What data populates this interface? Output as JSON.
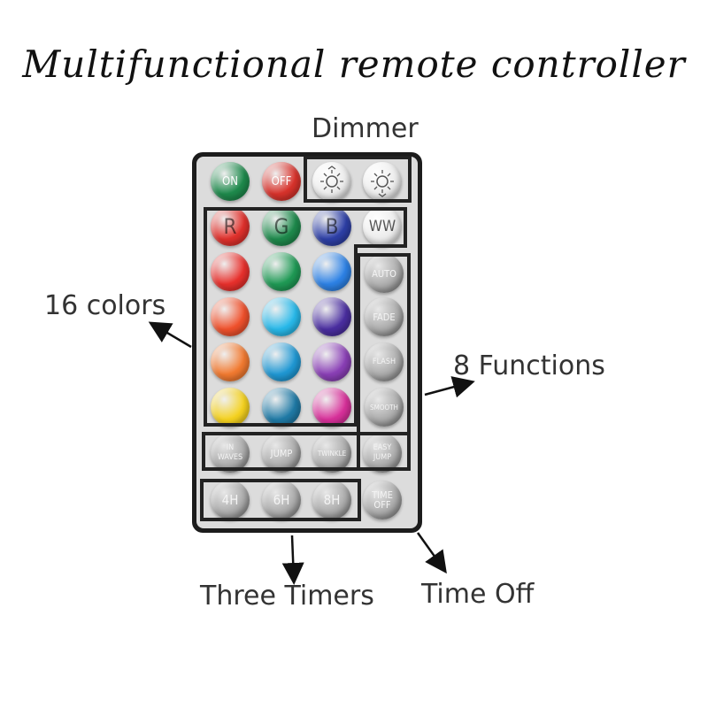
{
  "title": "Multifunctional remote controller",
  "labels": {
    "dimmer": "Dimmer",
    "colors": "16 colors",
    "functions": "8 Functions",
    "timers": "Three Timers",
    "time_off": "Time Off"
  },
  "buttons": {
    "on": "ON",
    "off": "OFF",
    "r": "R",
    "g": "G",
    "b": "B",
    "ww": "WW",
    "auto": "AUTO",
    "fade": "FADE",
    "flash": "FLASH",
    "smooth": "SMOOTH",
    "in_waves": "IN WAVES",
    "jump": "JUMP",
    "twinkle": "TWINKLE",
    "easy_jump": "EASY JUMP",
    "h4": "4H",
    "h6": "6H",
    "h8": "8H",
    "time_off": "TIME OFF"
  },
  "colors": {
    "on": "#1e8a4c",
    "off": "#d8322b",
    "r": "#e0312c",
    "g": "#1e8a4c",
    "b": "#2d3fa6",
    "row1": [
      "#e8302c",
      "#1f9a55",
      "#2d82e6"
    ],
    "row2": [
      "#f0512c",
      "#28b9ea",
      "#4a2ea0"
    ],
    "row3": [
      "#f27a30",
      "#1f98d4",
      "#8a3fb6"
    ],
    "row4": [
      "#f5d21f",
      "#1f7aa6",
      "#d8309a"
    ],
    "outline": "#222222",
    "remote_body": "#1c1c1c",
    "panel": "#dcdcdc"
  }
}
